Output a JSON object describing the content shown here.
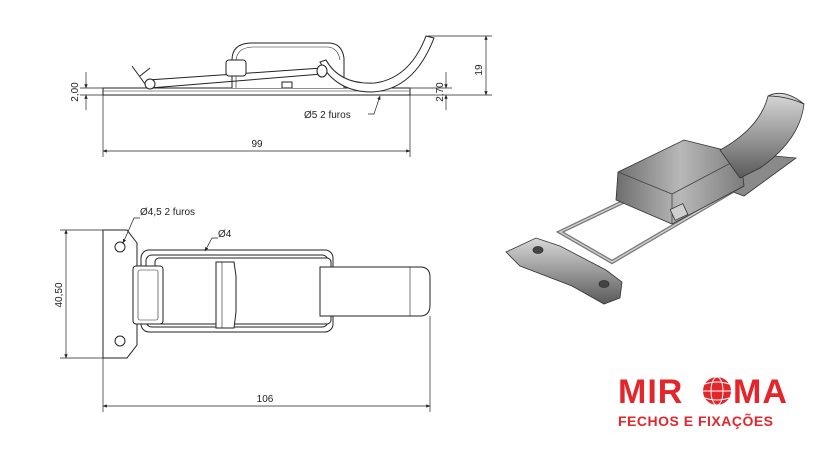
{
  "side_view": {
    "dim_height_total": "19",
    "dim_plate": "2,00",
    "dim_base": "2,70",
    "dim_length": "99",
    "callout_holes": "Ø5  2 furos"
  },
  "top_view": {
    "dim_width": "40,50",
    "dim_length": "106",
    "callout_holes": "Ø4,5  2 furos",
    "callout_wire": "Ø4"
  },
  "brand": {
    "name_left": "MIR",
    "name_right": "MA",
    "tagline": "FECHOS E FIXAÇÕES",
    "color": "#e3262b"
  }
}
